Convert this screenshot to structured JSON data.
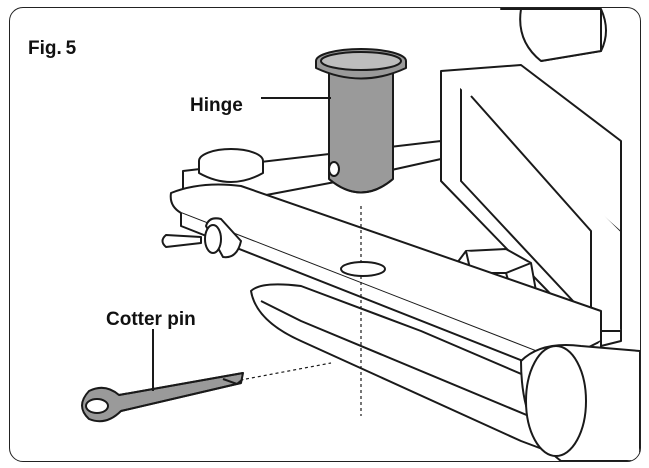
{
  "figure": {
    "title": "Fig. 5",
    "labels": {
      "hinge": "Hinge",
      "cotter_pin": "Cotter pin"
    }
  },
  "colors": {
    "outline": "#1a1a1a",
    "part_fill": "#ffffff",
    "pin_fill": "#9a9a9a",
    "frame": "#222222"
  }
}
